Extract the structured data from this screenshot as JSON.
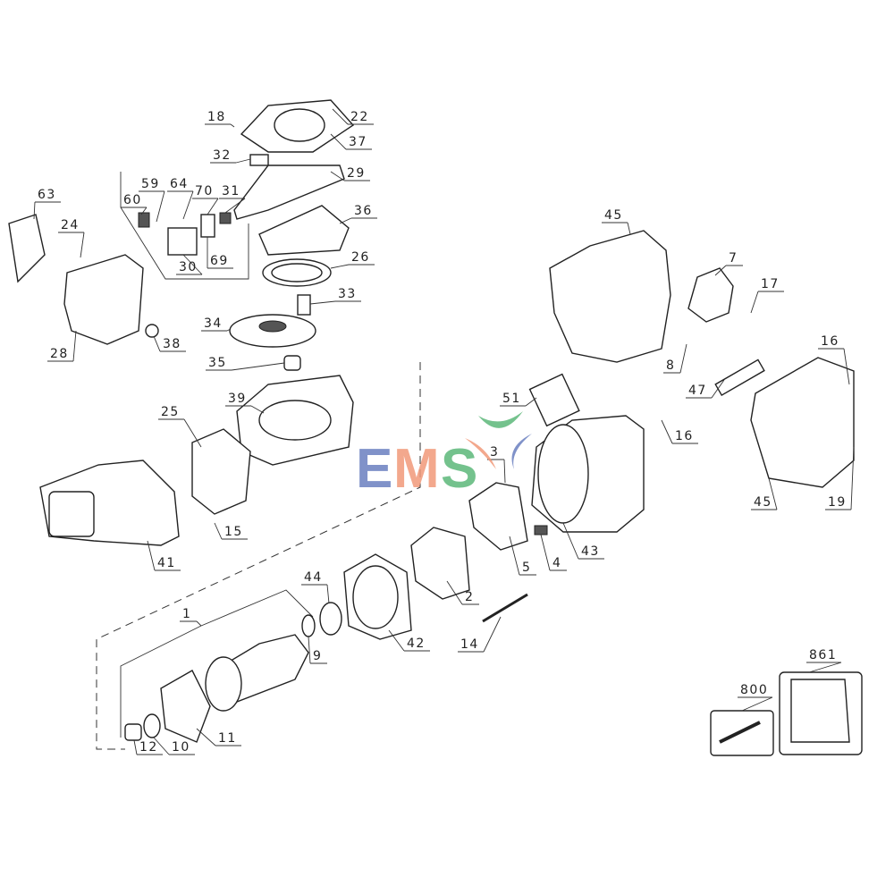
{
  "diagram": {
    "callouts": [
      "18",
      "22",
      "37",
      "32",
      "29",
      "59",
      "64",
      "70",
      "31",
      "60",
      "36",
      "63",
      "24",
      "30",
      "69",
      "26",
      "33",
      "28",
      "38",
      "34",
      "35",
      "45",
      "7",
      "17",
      "16",
      "8",
      "47",
      "51",
      "3",
      "16",
      "25",
      "39",
      "41",
      "15",
      "45",
      "19",
      "43",
      "5",
      "4",
      "2",
      "44",
      "1",
      "9",
      "42",
      "14",
      "12",
      "10",
      "11",
      "800",
      "861"
    ]
  },
  "watermark": {
    "letters": [
      "E",
      "M",
      "S"
    ],
    "colors": {
      "E": "#6b80c0",
      "M": "#f29a7a",
      "S": "#5cb87a"
    }
  }
}
